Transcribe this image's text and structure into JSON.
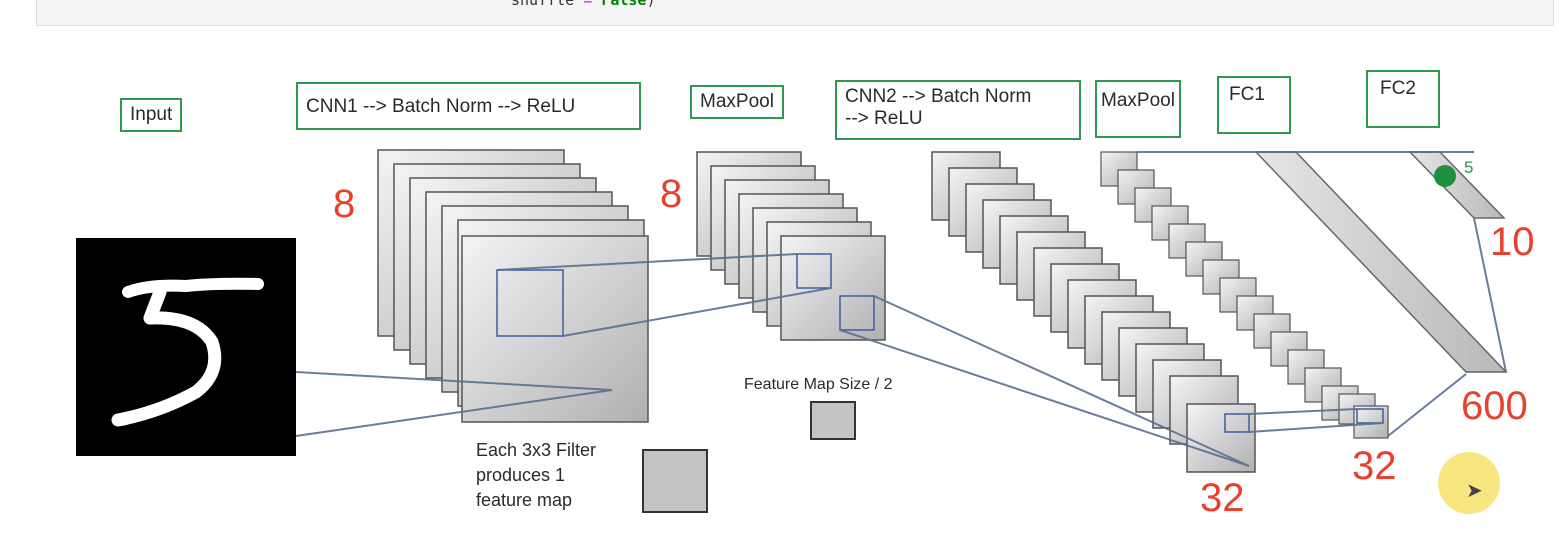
{
  "code": {
    "line_name": "shuffle",
    "line_op": "=",
    "line_value": "False",
    "line_tail": ")"
  },
  "labels": {
    "input": "Input",
    "cnn1": "CNN1 --> Batch Norm --> ReLU",
    "maxpool1": "MaxPool",
    "cnn2": "CNN2 --> Batch Norm\n--> ReLU",
    "maxpool2": "MaxPool",
    "fc1": "FC1",
    "fc2": "FC2"
  },
  "counts": {
    "cnn1_maps": "8",
    "pool1_maps": "8",
    "pool2_maps": "32",
    "fc1_size": "32",
    "fc2_input": "600",
    "output": "10",
    "marker": "5"
  },
  "notes": {
    "filter": "Each 3x3 Filter\nproduces 1\nfeature map",
    "feature_map": "Feature Map Size / 2"
  },
  "colors": {
    "label_border": "#2f9a4f",
    "number_red": "#e8402c",
    "node_green": "#1f8f3f",
    "line_blue": "#5a7090"
  }
}
